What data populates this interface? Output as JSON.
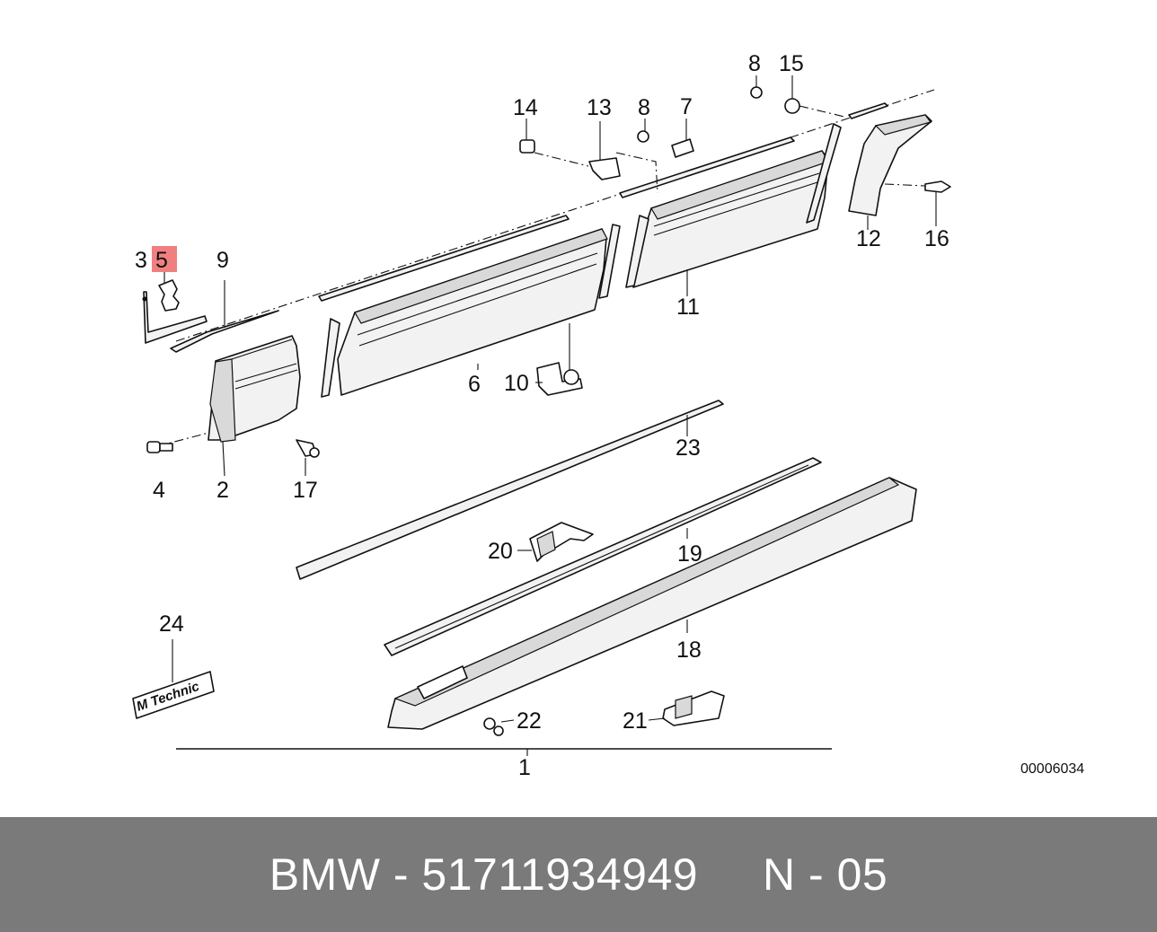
{
  "diagram": {
    "callouts": [
      {
        "id": "1",
        "label": "1"
      },
      {
        "id": "2",
        "label": "2"
      },
      {
        "id": "3",
        "label": "3"
      },
      {
        "id": "4",
        "label": "4"
      },
      {
        "id": "5",
        "label": "5",
        "highlighted": true
      },
      {
        "id": "6",
        "label": "6"
      },
      {
        "id": "7",
        "label": "7"
      },
      {
        "id": "8a",
        "label": "8"
      },
      {
        "id": "8b",
        "label": "8"
      },
      {
        "id": "9",
        "label": "9"
      },
      {
        "id": "10",
        "label": "10"
      },
      {
        "id": "11",
        "label": "11"
      },
      {
        "id": "12",
        "label": "12"
      },
      {
        "id": "13",
        "label": "13"
      },
      {
        "id": "14",
        "label": "14"
      },
      {
        "id": "15",
        "label": "15"
      },
      {
        "id": "16",
        "label": "16"
      },
      {
        "id": "17",
        "label": "17"
      },
      {
        "id": "18",
        "label": "18"
      },
      {
        "id": "19",
        "label": "19"
      },
      {
        "id": "20",
        "label": "20"
      },
      {
        "id": "21",
        "label": "21"
      },
      {
        "id": "22",
        "label": "22"
      },
      {
        "id": "23",
        "label": "23"
      },
      {
        "id": "24",
        "label": "24"
      }
    ],
    "emblem_text": "M Technic",
    "drawing_number": "00006034",
    "highlight_color": "#f08080",
    "line_color": "#111111",
    "panel_fill": "#f2f2f2"
  },
  "footer": {
    "text": "BMW - 51711934949     N - 05",
    "background_color": "#7a7a7a",
    "text_color": "#ffffff"
  }
}
